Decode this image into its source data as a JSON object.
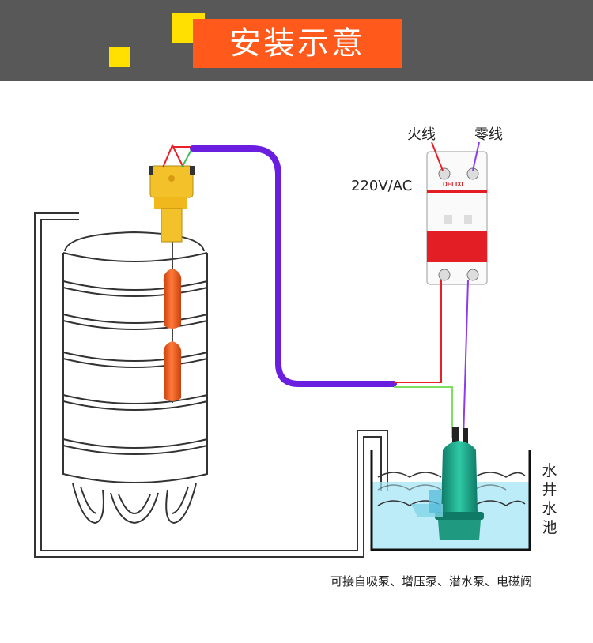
{
  "header": {
    "title": "安装示意"
  },
  "labels": {
    "live_wire": "火线",
    "neutral_wire": "零线",
    "voltage": "220V/AC",
    "breaker_brand": "DELIXI",
    "well_label_chars": [
      "水",
      "井",
      "水",
      "池"
    ],
    "caption": "可接自吸泵、增压泵、潜水泵、电磁阀"
  },
  "colors": {
    "header_bg": "#585858",
    "title_bg": "#ff5a1c",
    "accent_yellow": "#ffe000",
    "signal_cable": "#6a1fe0",
    "live_wire": "#e8202a",
    "neutral_wire": "#8a3df0",
    "ground_wire": "#7ee060",
    "water": "#a6e6f5",
    "pump": "#1aa68a",
    "float": "#f05a1a"
  }
}
